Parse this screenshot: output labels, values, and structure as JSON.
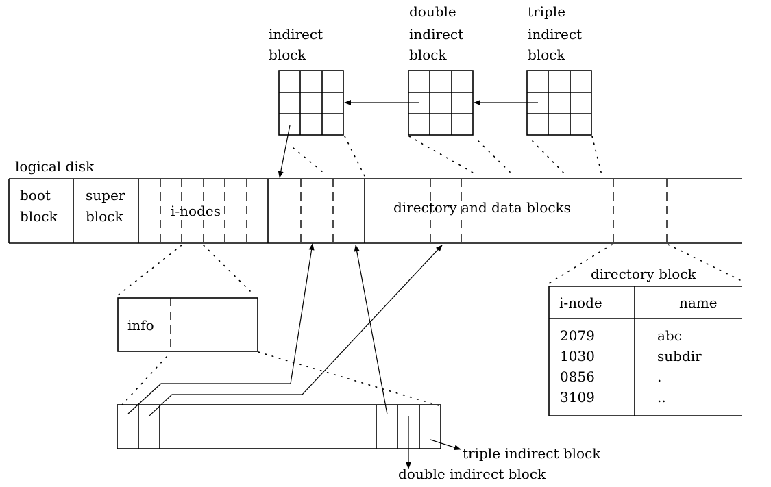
{
  "diagram": {
    "title": "UNIX file system layout on logical disk",
    "indirect_blocks": {
      "single": [
        "indirect",
        "block"
      ],
      "double": [
        "double",
        "indirect",
        "block"
      ],
      "triple": [
        "triple",
        "indirect",
        "block"
      ]
    },
    "disk": {
      "label": "logical disk",
      "boot": [
        "boot",
        "block"
      ],
      "super": [
        "super",
        "block"
      ],
      "inodes": "i-nodes",
      "data": "directory and data blocks"
    },
    "inode_detail": {
      "info": "info",
      "triple_label": "triple indirect block",
      "double_label": "double indirect block"
    },
    "directory_block": {
      "title": "directory block",
      "headers": [
        "i-node",
        "name"
      ],
      "rows": [
        {
          "inode": "2079",
          "name": "abc"
        },
        {
          "inode": "1030",
          "name": "subdir"
        },
        {
          "inode": "0856",
          "name": "."
        },
        {
          "inode": "3109",
          "name": ".."
        }
      ]
    }
  }
}
